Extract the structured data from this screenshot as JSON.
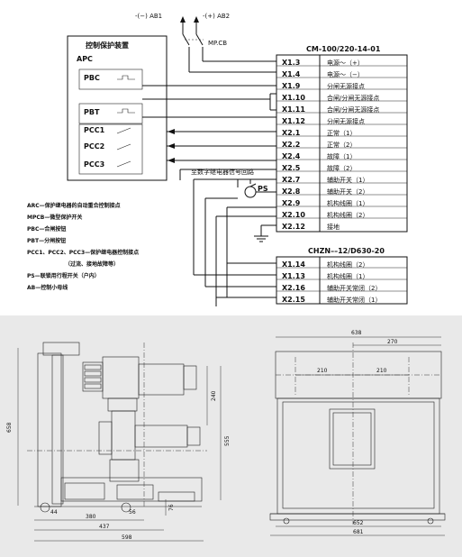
{
  "power_top": {
    "neg": "-(−) AB1",
    "pos": "-(+) AB2",
    "mcb": "MP.CB"
  },
  "protection_box": {
    "title": "控制保护装置",
    "apc": "APC",
    "pbc": "PBC",
    "pbt": "PBT",
    "pcc1": "PCC1",
    "pcc2": "PCC2",
    "pcc3": "PCC3"
  },
  "terminal_block_1": {
    "title": "CM-100/220-14-01",
    "rows": [
      {
        "terminal": "X1.3",
        "label": "电源～（+）"
      },
      {
        "terminal": "X1.4",
        "label": "电源～（−）"
      },
      {
        "terminal": "X1.9",
        "label": "分闸无源接点"
      },
      {
        "terminal": "X1.10",
        "label": "合闸/分闸无源接点"
      },
      {
        "terminal": "X1.11",
        "label": "合闸/分闸无源接点"
      },
      {
        "terminal": "X1.12",
        "label": "分闸无源接点"
      },
      {
        "terminal": "X2.1",
        "label": "正常（1）"
      },
      {
        "terminal": "X2.2",
        "label": "正常（2）"
      },
      {
        "terminal": "X2.4",
        "label": "故障（1）"
      },
      {
        "terminal": "X2.5",
        "label": "故障（2）"
      },
      {
        "terminal": "X2.7",
        "label": "辅助开关（1）"
      },
      {
        "terminal": "X2.8",
        "label": "辅助开关（2）"
      },
      {
        "terminal": "X2.9",
        "label": "机构线圈（1）"
      },
      {
        "terminal": "X2.10",
        "label": "机构线圈（2）"
      },
      {
        "terminal": "X2.12",
        "label": "接地"
      }
    ]
  },
  "terminal_block_2": {
    "title": "CHZN––12/D630-20",
    "rows": [
      {
        "terminal": "X1.14",
        "label": "机构线圈（2）"
      },
      {
        "terminal": "X1.13",
        "label": "机构线圈（1）"
      },
      {
        "terminal": "X2.16",
        "label": "辅助开关常闭（2）"
      },
      {
        "terminal": "X2.15",
        "label": "辅助开关常闭（1）"
      }
    ]
  },
  "relay_note": "至数字继电器信号回路",
  "ps_label": "PS",
  "legend": [
    "ARC—保护继电器的自动重合控制接点",
    "MPCB—微型保护开关",
    "PBC—合闸按钮",
    "PBT—分闸按钮",
    "PCC1、PCC2、PCC3—保护继电器控制接点",
    "（过流、接地故障等）",
    "PS—联锁用行程开关（户内）",
    "AB—控制小母线"
  ],
  "side_view_dims": {
    "d658": "658",
    "d240": "240",
    "d555": "555",
    "d44": "44",
    "d56": "56",
    "d76": "76",
    "d380": "380",
    "d437": "437",
    "d598": "598"
  },
  "front_view_dims": {
    "d638": "638",
    "d270": "270",
    "d210a": "210",
    "d210b": "210",
    "d652": "652",
    "d681": "681"
  }
}
